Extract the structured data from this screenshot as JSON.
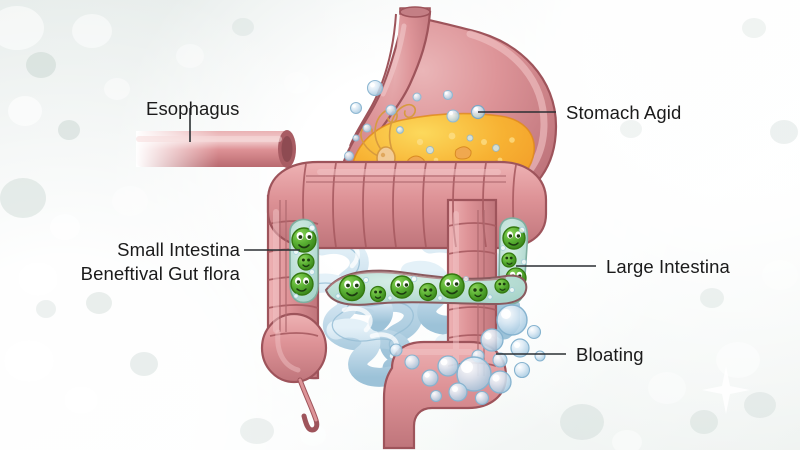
{
  "diagram": {
    "title": "Human digestive system with gut flora, stomach acid and bloating",
    "background_color": "#eef2f0",
    "labels": [
      {
        "id": "esophagus",
        "text": "Esophagus",
        "color": "#1b1b1b"
      },
      {
        "id": "stomach-acid",
        "text": "Stomach Agid",
        "color": "#1b1b1b"
      },
      {
        "id": "small-intestine-line1",
        "text": "Small Intestina",
        "color": "#1b1b1b"
      },
      {
        "id": "small-intestine-line2",
        "text": "Beneftival Gut flora",
        "color": "#1b1b1b"
      },
      {
        "id": "large-intestine",
        "text": "Large Intestina",
        "color": "#1b1b1b"
      },
      {
        "id": "bloating",
        "text": "Bloating",
        "color": "#1b1b1b"
      }
    ],
    "structures": [
      {
        "name": "esophagus-tube",
        "color": "#d9868a"
      },
      {
        "name": "stomach-wall",
        "color": "#cf7b80"
      },
      {
        "name": "stomach-acid-fluid",
        "color": "#f4a game"
      },
      {
        "name": "large-intestine",
        "color": "#dd9094"
      },
      {
        "name": "small-intestine",
        "color": "#bcd9e8"
      },
      {
        "name": "gut-flora-bacteria",
        "color": "#5cb335"
      },
      {
        "name": "gas-bubbles",
        "color": "#cfe3ef"
      }
    ],
    "palette": {
      "organ_pink": "#dd9094",
      "organ_pink_dark": "#b5666c",
      "organ_outline": "#8d4b51",
      "acid_orange": "#f5a623",
      "acid_orange_light": "#fbd24a",
      "intestine_blue": "#bcd9e8",
      "intestine_blue_dark": "#8cb9d2",
      "flora_green": "#5cb335",
      "flora_green_dark": "#3c8c1e",
      "flora_bg": "#bfe0d8",
      "bubble_blue": "#d6e9f5",
      "leader_line": "#2b2f33",
      "text": "#1b1b1b"
    }
  }
}
